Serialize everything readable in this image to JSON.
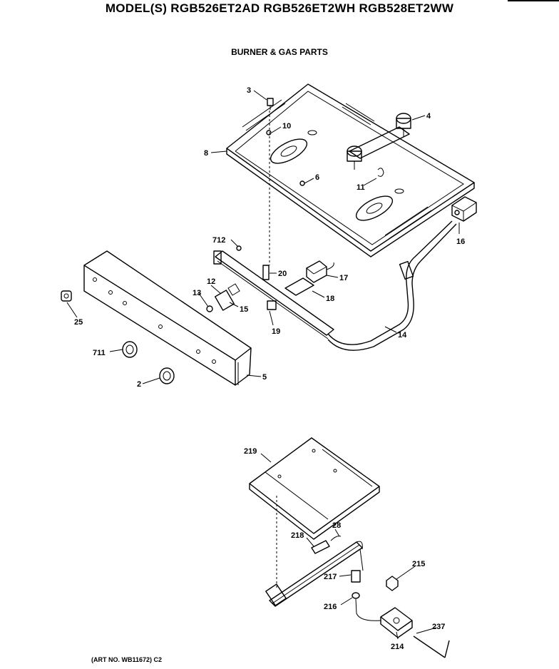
{
  "header": {
    "title": "MODEL(S) RGB526ET2AD  RGB526ET2WH  RGB528ET2WW",
    "subtitle": "BURNER & GAS PARTS"
  },
  "footer": {
    "art_number": "(ART NO. WB11672) C2"
  },
  "callouts": {
    "c3": "3",
    "c4": "4",
    "c10": "10",
    "c8": "8",
    "c6": "6",
    "c11": "11",
    "c16": "16",
    "c712": "712",
    "c20": "20",
    "c17": "17",
    "c12": "12",
    "c13": "13",
    "c15": "15",
    "c18": "18",
    "c19": "19",
    "c14": "14",
    "c25": "25",
    "c711": "711",
    "c2": "2",
    "c5": "5",
    "c219": "219",
    "c28": "28",
    "c218": "218",
    "c217": "217",
    "c215": "215",
    "c216": "216",
    "c237": "237",
    "c214": "214"
  }
}
